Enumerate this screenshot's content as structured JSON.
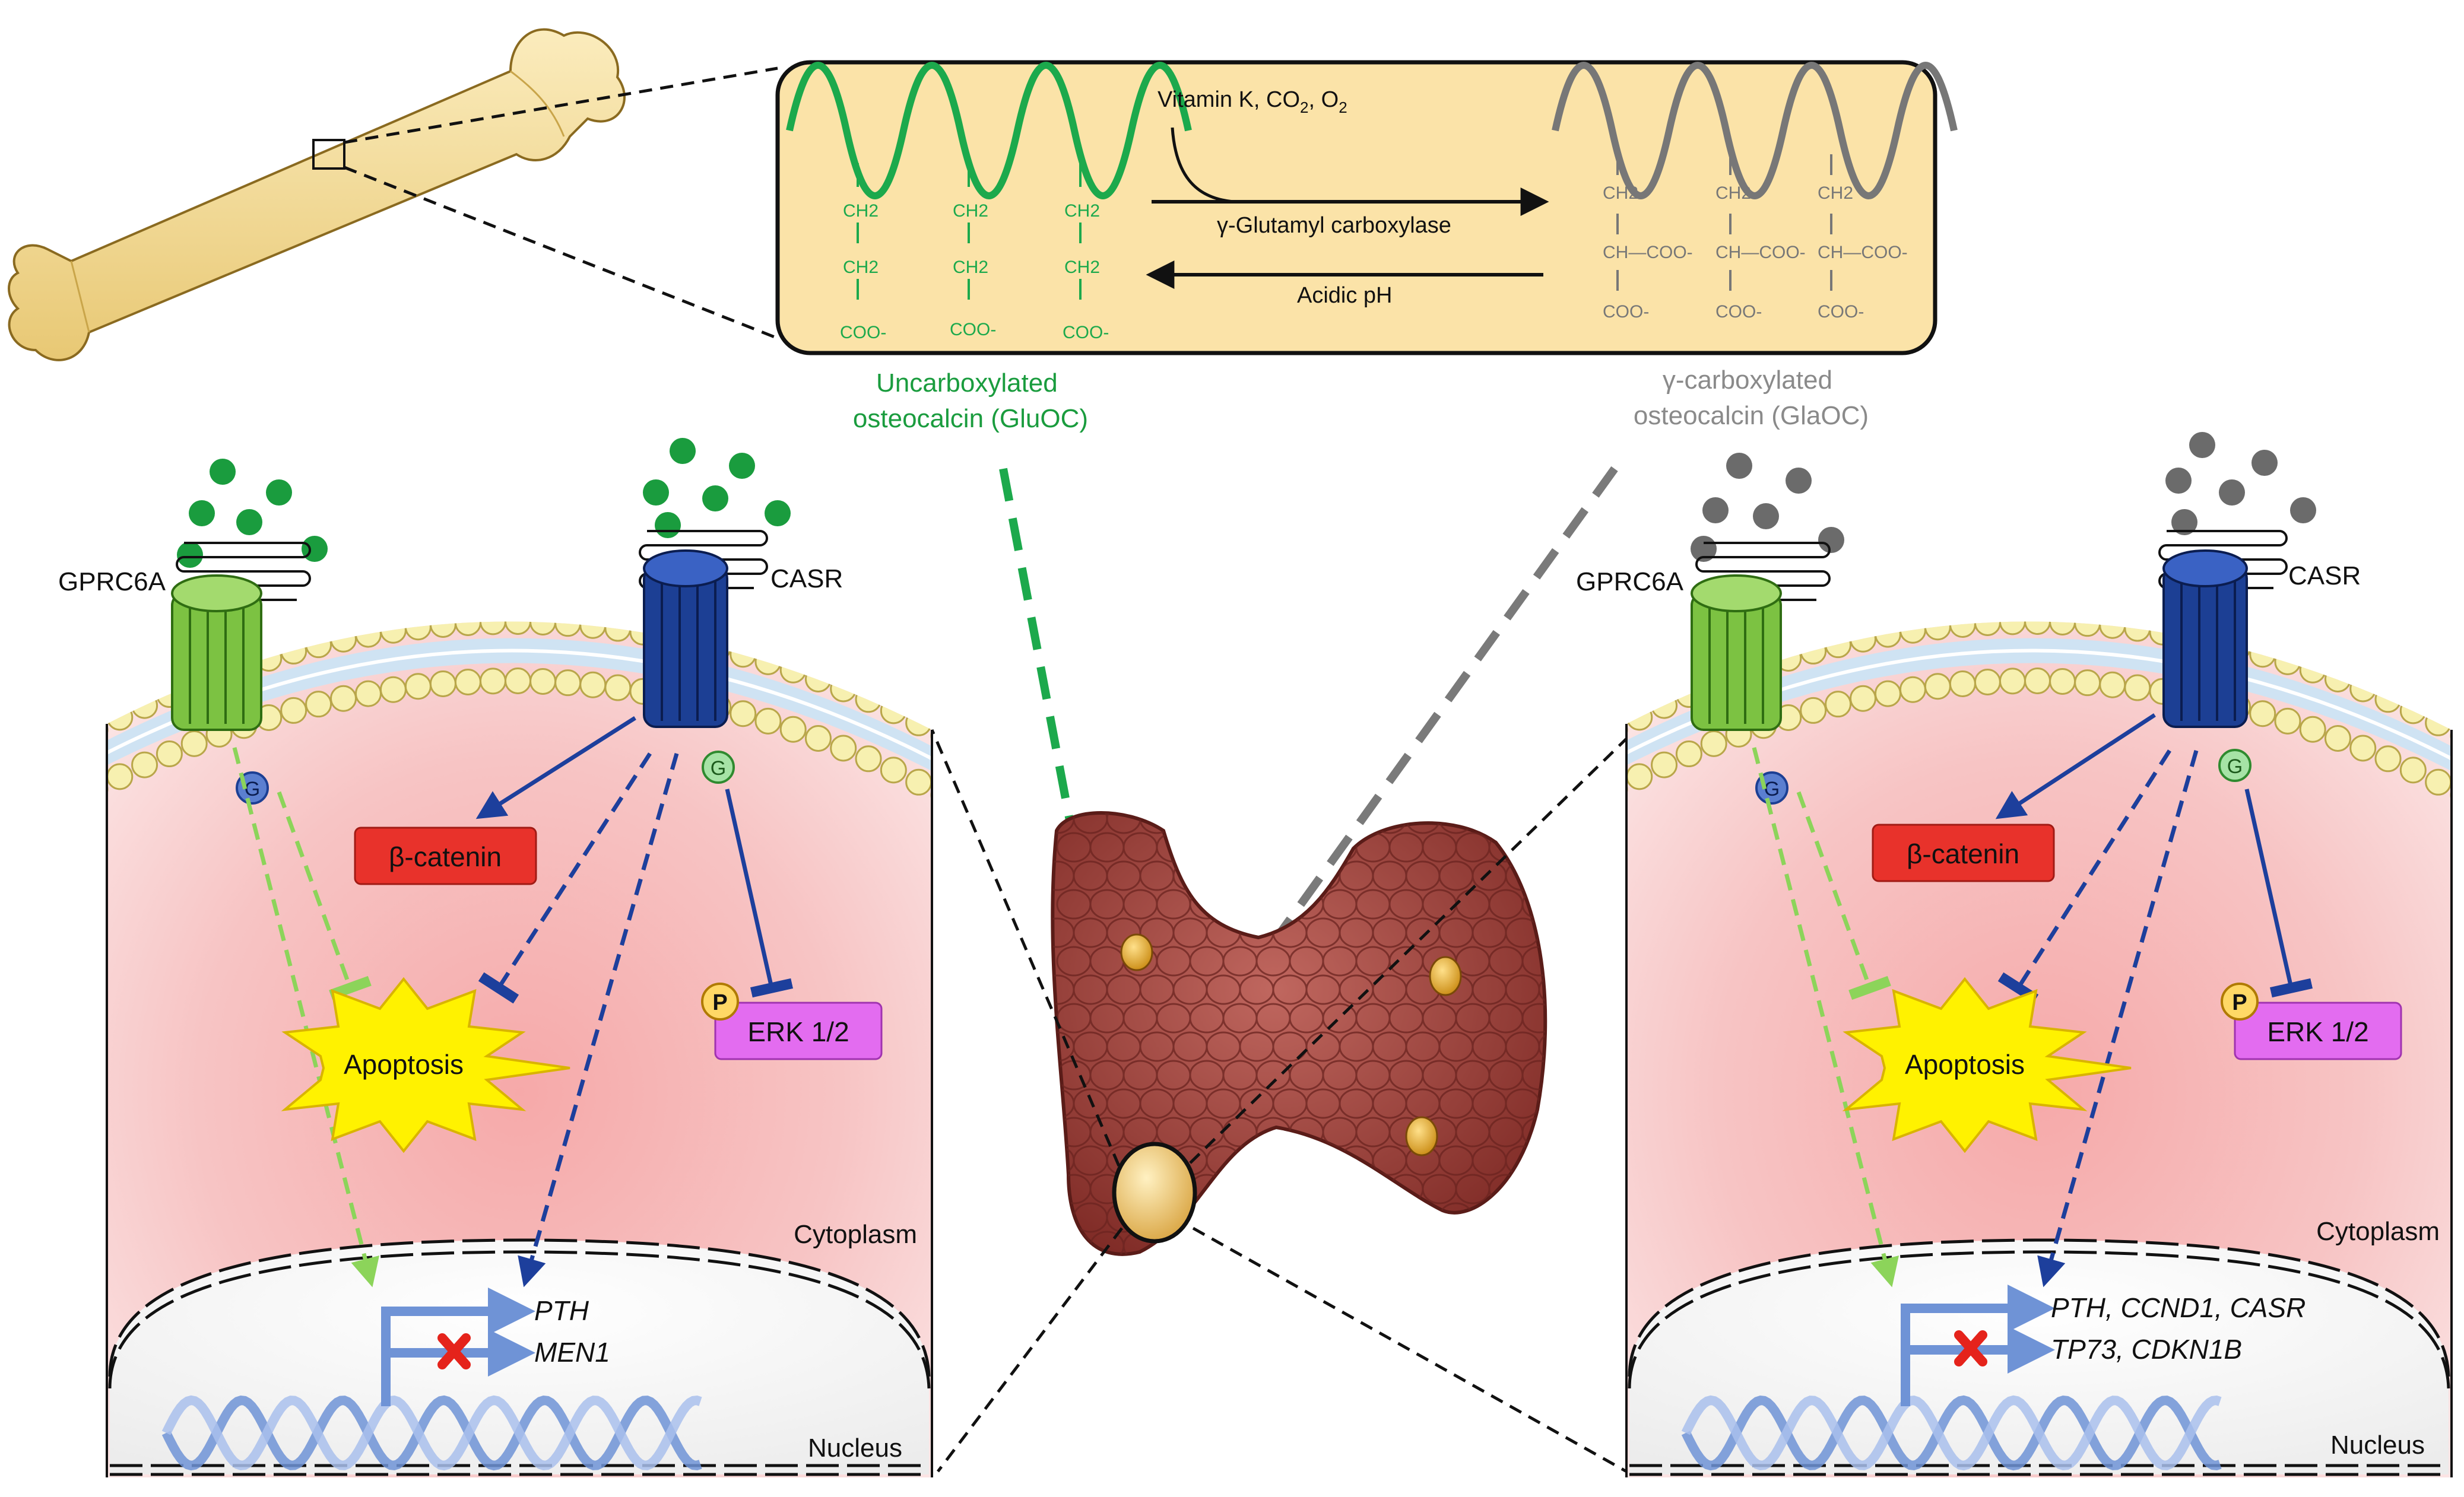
{
  "colors": {
    "glu_green": "#1a9c3e",
    "gla_gray": "#6e6e6e",
    "receptor_green": "#7cc242",
    "casr_blue": "#1c3f94",
    "cytoplasm_pink": "#f2b9b9",
    "beta_catenin_red": "#e8322b",
    "erk_magenta": "#e36cf0",
    "apoptosis_yellow": "#fff200",
    "lipid_head": "#f7f0b0",
    "bone": "#f3dd9a",
    "thyroid": "#9e3a33",
    "dashed_green": "#1ca94c",
    "dashed_gray": "#7a7a7a",
    "dashed_blue": "#1d3f9c",
    "inhibit_x": "#e5231b",
    "dna_blue": "#6f93d6"
  },
  "reaction_box": {
    "cofactors_prefix": "Vitamin K, CO",
    "cofactors_sub1": "2",
    "cofactors_mid": ", O",
    "cofactors_sub2": "2",
    "forward_enzyme": "γ-Glutamyl carboxylase",
    "reverse_condition": "Acidic pH",
    "glu_group": [
      "CH2",
      "CH2",
      "COO-"
    ],
    "gla_group": [
      "CH2",
      "CH—COO-",
      "COO-"
    ]
  },
  "glu_label": [
    "Uncarboxylated",
    "osteocalcin (GluOC)"
  ],
  "gla_label": [
    "γ-carboxylated",
    "osteocalcin (GlaOC)"
  ],
  "left_cell": {
    "receptor_1": "GPRC6A",
    "receptor_2": "CASR",
    "g_protein": "G",
    "beta_catenin": "β-catenin",
    "apoptosis": "Apoptosis",
    "phospho": "P",
    "erk": "ERK 1/2",
    "cytoplasm": "Cytoplasm",
    "nucleus": "Nucleus",
    "gene_up": "PTH",
    "gene_down": "MEN1"
  },
  "right_cell": {
    "receptor_1": "GPRC6A",
    "receptor_2": "CASR",
    "g_protein": "G",
    "beta_catenin": "β-catenin",
    "apoptosis": "Apoptosis",
    "phospho": "P",
    "erk": "ERK 1/2",
    "cytoplasm": "Cytoplasm",
    "nucleus": "Nucleus",
    "gene_up": "PTH, CCND1, CASR",
    "gene_down": "TP73, CDKN1B"
  },
  "icons": [
    "bone-icon",
    "thyroid-gland-icon",
    "dna-icon",
    "receptor-icon",
    "osteocalcin-molecule-icon"
  ]
}
